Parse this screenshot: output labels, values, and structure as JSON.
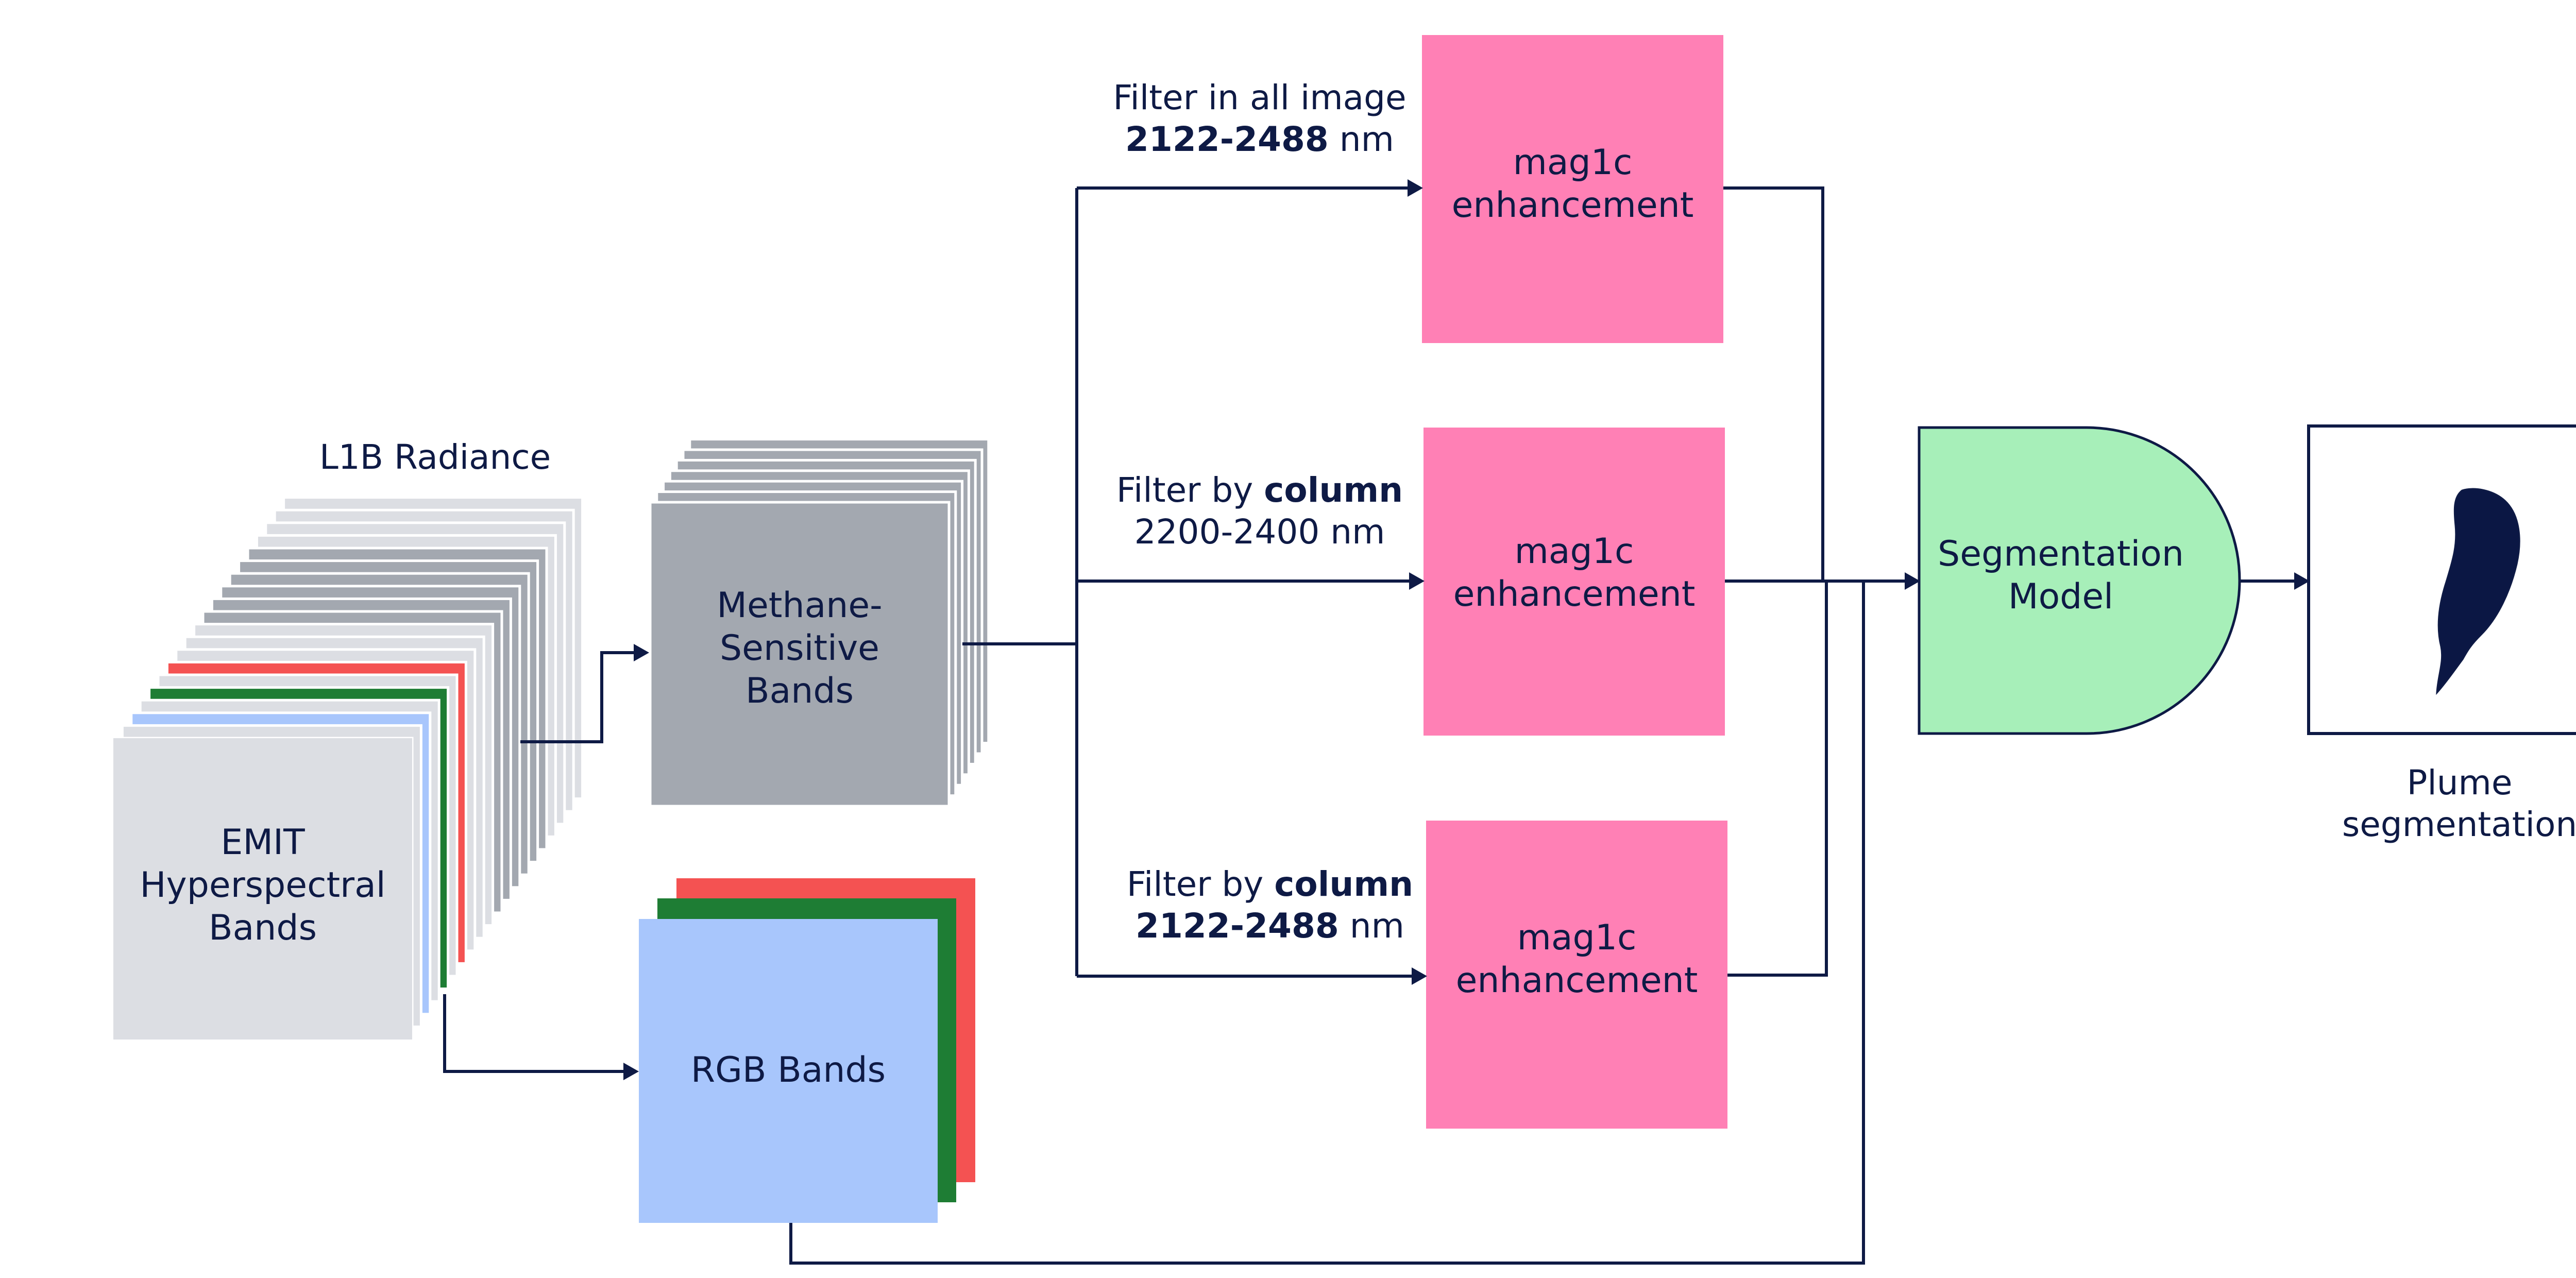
{
  "colors": {
    "ink": "#0e1a45",
    "gray_band": "#a3a8b0",
    "light_band": "#dcdee3",
    "red_band": "#f45252",
    "green_band": "#1e7d34",
    "blue_band": "#a8c6fc",
    "pink_box": "#ff80b5",
    "green_model": "#a7efb9"
  },
  "title_l1b": "L1B Radiance",
  "emit": {
    "line1": "EMIT",
    "line2": "Hyperspectral",
    "line3": "Bands"
  },
  "methane": {
    "line1": "Methane-",
    "line2": "Sensitive",
    "line3": "Bands"
  },
  "rgb": {
    "label": "RGB Bands"
  },
  "filter1": {
    "prefix": "Filter in all image",
    "range_bold": "2122-2488",
    "unit": " nm"
  },
  "filter2": {
    "prefix": "Filter by ",
    "bold": "column",
    "range": "2200-2400 nm"
  },
  "filter3": {
    "prefix": "Filter by ",
    "bold": "column",
    "range_bold": "2122-2488",
    "unit": " nm"
  },
  "mag1c": {
    "line1": "mag1c",
    "line2": "enhancement"
  },
  "model": {
    "line1": "Segmentation",
    "line2": "Model"
  },
  "plume": {
    "line1": "Plume",
    "line2": "segmentation"
  }
}
